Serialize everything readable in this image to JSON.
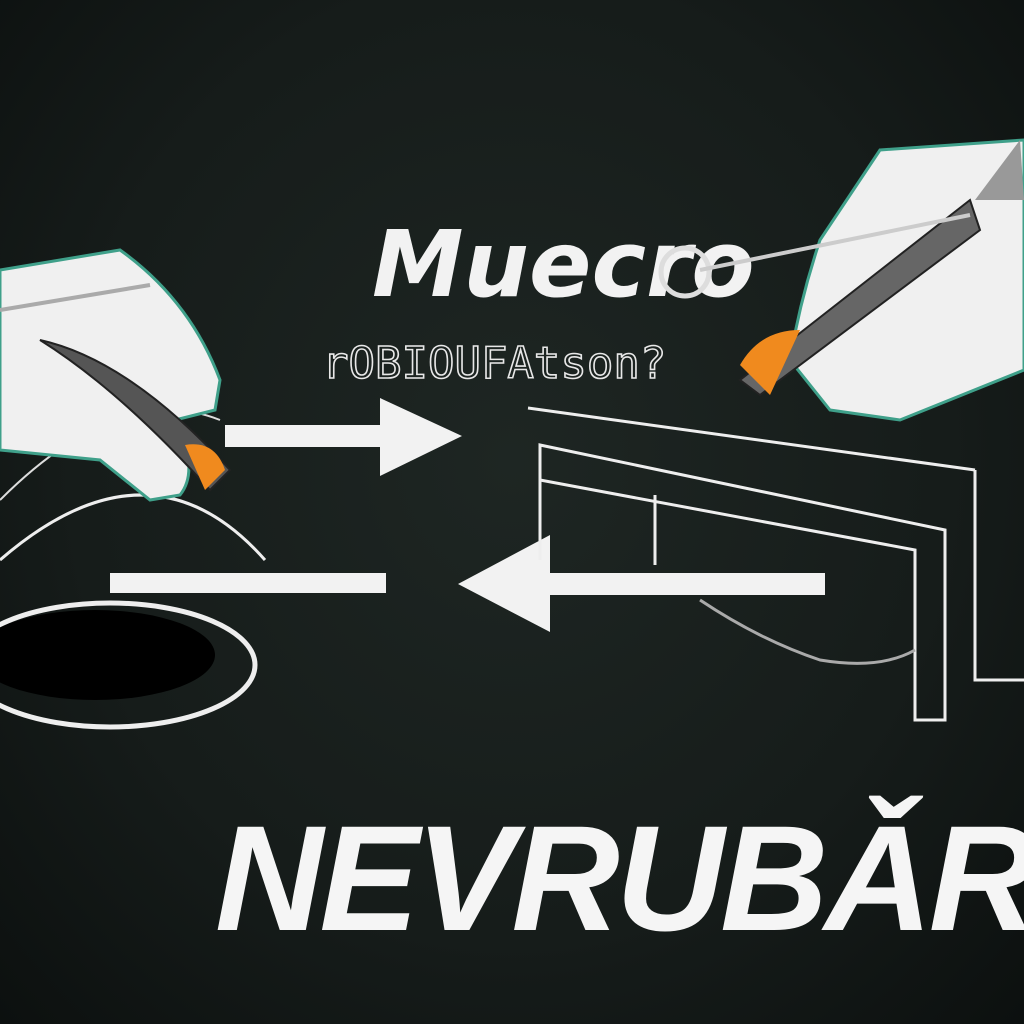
{
  "illustration": {
    "title_text": "Muecro",
    "subtitle_text": "rOBIOUFAtson?",
    "bottom_text": "NEVRUBǍROC",
    "colors": {
      "background": "#161c1a",
      "glove": "#f0f0f0",
      "glove_outline": "#3fa08a",
      "tool_accent": "#f08a1e",
      "lines": "#f2f2f2"
    },
    "icons": [
      "gloved-hand-with-scalpel-left",
      "gloved-hand-with-forceps-right",
      "arrow-right",
      "arrow-left",
      "dish",
      "box"
    ]
  }
}
